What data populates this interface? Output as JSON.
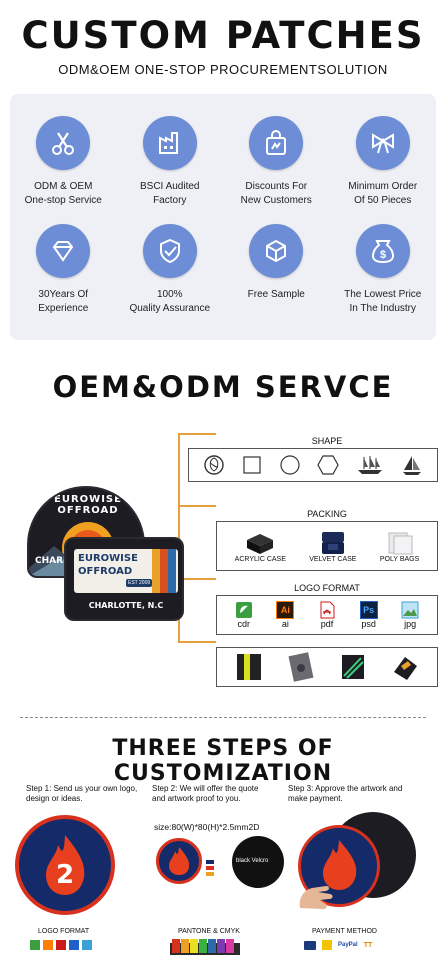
{
  "header": {
    "title": "CUSTOM PATCHES",
    "subtitle": "ODM&OEM ONE-STOP PROCUREMENTSOLUTION"
  },
  "features": [
    {
      "icon": "scissors-icon",
      "label": "ODM & OEM\nOne-stop Service"
    },
    {
      "icon": "factory-icon",
      "label": "BSCI Audited\nFactory"
    },
    {
      "icon": "shopping-bag-icon",
      "label": "Discounts For\nNew Customers"
    },
    {
      "icon": "bow-icon",
      "label": "Minimum Order\nOf 50 Pieces"
    },
    {
      "icon": "diamond-icon",
      "label": "30Years Of\nExperience"
    },
    {
      "icon": "shield-check-icon",
      "label": "100%\nQuality Assurance"
    },
    {
      "icon": "cube-icon",
      "label": "Free Sample"
    },
    {
      "icon": "money-bag-icon",
      "label": "The Lowest Price\nIn The Industry"
    }
  ],
  "oem": {
    "title": "OEM&ODM SERVCE",
    "patch_round": {
      "line1": "EUROWISE OFFROAD",
      "line2": "CHARLOTTE"
    },
    "patch_rect": {
      "line1": "EUROWISE",
      "line2": "OFFROAD",
      "badge": "EST 2009",
      "line3": "CHARLOTTE, N.C"
    },
    "shape": {
      "title": "SHAPE"
    },
    "packing": {
      "title": "PACKING",
      "items": [
        "ACRYLIC CASE",
        "VELVET CASE",
        "POLY BAGS"
      ]
    },
    "logo_format": {
      "title": "LOGO FORMAT",
      "items": [
        {
          "label": "cdr",
          "mark": "",
          "color": "#3b9e3f"
        },
        {
          "label": "ai",
          "mark": "Ai",
          "color": "#ff7c00"
        },
        {
          "label": "pdf",
          "mark": "",
          "color": "#cc1a1a"
        },
        {
          "label": "psd",
          "mark": "Ps",
          "color": "#1e5fc8"
        },
        {
          "label": "jpg",
          "mark": "",
          "color": "#3aa0d8"
        }
      ]
    }
  },
  "steps": {
    "title": "THREE STEPS OF CUSTOMIZATION",
    "step1": {
      "text": "Step 1: Send us your own logo,\ndesign or ideas.",
      "caption": "LOGO FORMAT"
    },
    "step2": {
      "text": "Step 2: We will offer the quote\nand artwork proof to you.",
      "size": "size:80(W)*80(H)*2.5mm2D",
      "backing": "black Velcro",
      "caption": "PANTONE & CMYK"
    },
    "step3": {
      "text": "Step 3: Approve the artwork and\nmake payment.",
      "caption": "PAYMENT METHOD",
      "payments": [
        "PayPal",
        "TT"
      ]
    }
  },
  "colors": {
    "accent": "#6d8ed6",
    "connector": "#e5a23c",
    "patch_red": "#d8321e"
  }
}
